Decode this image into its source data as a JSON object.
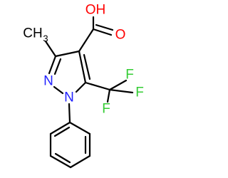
{
  "molecule": {
    "atoms": {
      "hydroxyl_oxygen": "OH",
      "carbonyl_oxygen": "O",
      "methyl_carbon": "CH",
      "methyl_subscript": "3",
      "ring_nitrogen_2": "N",
      "ring_nitrogen_1": "N",
      "fluorine_top": "F",
      "fluorine_right": "F",
      "fluorine_bottom": "F"
    },
    "colors": {
      "oxygen": "#ff0000",
      "nitrogen": "#2222ff",
      "fluorine": "#33cc33",
      "carbon": "#000000",
      "bond": "#000000"
    }
  }
}
